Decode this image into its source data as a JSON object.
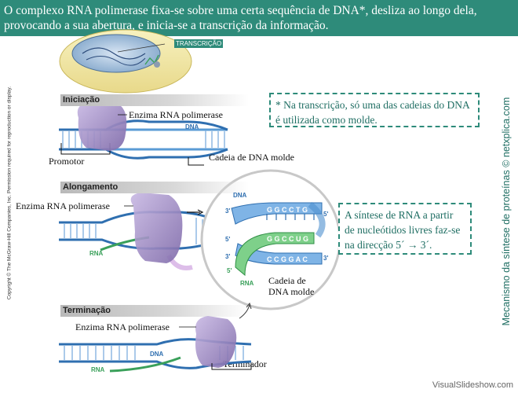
{
  "header": {
    "line1": "O complexo RNA polimerase fixa-se sobre uma certa sequência de DNA*, desliza ao longo dela,",
    "line2": "provocando a sua abertura, e inicia-se a transcrição da informação."
  },
  "top_label": "TRANSCRIÇÃO",
  "copyright": "Copyright © The McGraw-Hill Companies, Inc. Permission required for reproduction or display.",
  "vertical_caption": "Mecanismo da síntese de proteínas © netxplica.com",
  "stages": {
    "initiation": "Iniciação",
    "elongation": "Alongamento",
    "termination": "Terminação"
  },
  "labels": {
    "enzyme_1": "Enzima RNA polimerase",
    "dna_1": "DNA",
    "promoter": "Promotor",
    "template_strand": "Cadeia de DNA molde",
    "enzyme_2": "Enzima RNA polimerase",
    "rna_2": "RNA",
    "enzyme_3": "Enzima RNA polimerase",
    "dna_3": "DNA",
    "rna_3": "RNA",
    "terminator": "Terminador"
  },
  "zoom": {
    "dna": "DNA",
    "rna": "RNA",
    "top_bases": "G G C C T G",
    "rna_bases": "G G C C U G",
    "bottom_bases": "C C G G A C",
    "caption": "Cadeia de DNA molde",
    "p3_top": "3'",
    "p5_left": "5'",
    "p5_right": "5'",
    "p3_right": "3'",
    "p5_rna": "5'",
    "p3_bottom": "3'"
  },
  "notes": {
    "note1": "* Na transcrição, só uma das cadeias do DNA é utilizada como molde.",
    "note2": "A síntese de RNA a partir de nucleótidos livres faz-se na direcção 5´ → 3´."
  },
  "watermark": "VisualSlideshow.com",
  "colors": {
    "header": "#2e8b7a",
    "dna": "#5a9bd5",
    "rna": "#3aa05a",
    "enzyme": "#9b87c2",
    "note_text": "#1f6e63"
  }
}
